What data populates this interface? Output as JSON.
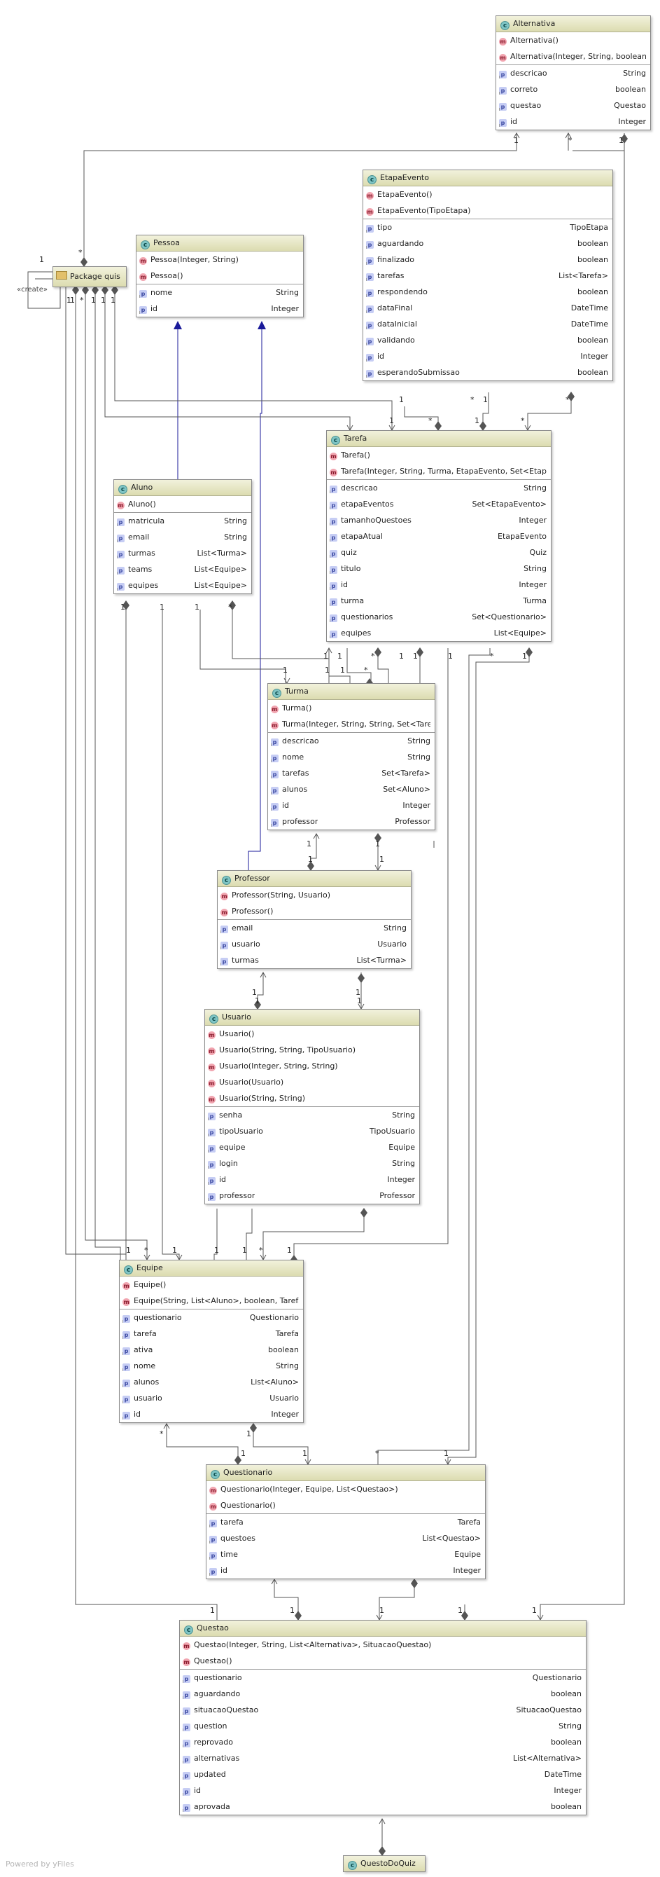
{
  "package_label": "Package quis",
  "create_label": "«create»",
  "watermark": "Powered by yFiles",
  "classes": {
    "alternativa": {
      "name": "Alternativa",
      "methods": [
        "Alternativa()",
        "Alternativa(Integer, String, boolean)"
      ],
      "fields": [
        [
          "descricao",
          "String"
        ],
        [
          "correto",
          "boolean"
        ],
        [
          "questao",
          "Questao"
        ],
        [
          "id",
          "Integer"
        ]
      ]
    },
    "etapaevento": {
      "name": "EtapaEvento",
      "methods": [
        "EtapaEvento()",
        "EtapaEvento(TipoEtapa)"
      ],
      "fields": [
        [
          "tipo",
          "TipoEtapa"
        ],
        [
          "aguardando",
          "boolean"
        ],
        [
          "finalizado",
          "boolean"
        ],
        [
          "tarefas",
          "List<Tarefa>"
        ],
        [
          "respondendo",
          "boolean"
        ],
        [
          "dataFinal",
          "DateTime"
        ],
        [
          "dataInicial",
          "DateTime"
        ],
        [
          "validando",
          "boolean"
        ],
        [
          "id",
          "Integer"
        ],
        [
          "esperandoSubmissao",
          "boolean"
        ]
      ]
    },
    "pessoa": {
      "name": "Pessoa",
      "methods": [
        "Pessoa(Integer, String)",
        "Pessoa()"
      ],
      "fields": [
        [
          "nome",
          "String"
        ],
        [
          "id",
          "Integer"
        ]
      ]
    },
    "tarefa": {
      "name": "Tarefa",
      "methods": [
        "Tarefa()",
        "Tarefa(Integer, String, Turma, EtapaEvento, Set<EtapaE"
      ],
      "fields": [
        [
          "descricao",
          "String"
        ],
        [
          "etapaEventos",
          "Set<EtapaEvento>"
        ],
        [
          "tamanhoQuestoes",
          "Integer"
        ],
        [
          "etapaAtual",
          "EtapaEvento"
        ],
        [
          "quiz",
          "Quiz"
        ],
        [
          "titulo",
          "String"
        ],
        [
          "id",
          "Integer"
        ],
        [
          "turma",
          "Turma"
        ],
        [
          "questionarios",
          "Set<Questionario>"
        ],
        [
          "equipes",
          "List<Equipe>"
        ]
      ]
    },
    "aluno": {
      "name": "Aluno",
      "methods": [
        "Aluno()"
      ],
      "fields": [
        [
          "matricula",
          "String"
        ],
        [
          "email",
          "String"
        ],
        [
          "turmas",
          "List<Turma>"
        ],
        [
          "teams",
          "List<Equipe>"
        ],
        [
          "equipes",
          "List<Equipe>"
        ]
      ]
    },
    "turma": {
      "name": "Turma",
      "methods": [
        "Turma()",
        "Turma(Integer, String, String, Set<Tarefa"
      ],
      "fields": [
        [
          "descricao",
          "String"
        ],
        [
          "nome",
          "String"
        ],
        [
          "tarefas",
          "Set<Tarefa>"
        ],
        [
          "alunos",
          "Set<Aluno>"
        ],
        [
          "id",
          "Integer"
        ],
        [
          "professor",
          "Professor"
        ]
      ]
    },
    "professor": {
      "name": "Professor",
      "methods": [
        "Professor(String, Usuario)",
        "Professor()"
      ],
      "fields": [
        [
          "email",
          "String"
        ],
        [
          "usuario",
          "Usuario"
        ],
        [
          "turmas",
          "List<Turma>"
        ]
      ]
    },
    "usuario": {
      "name": "Usuario",
      "methods": [
        "Usuario()",
        "Usuario(String, String, TipoUsuario)",
        "Usuario(Integer, String, String)",
        "Usuario(Usuario)",
        "Usuario(String, String)"
      ],
      "fields": [
        [
          "senha",
          "String"
        ],
        [
          "tipoUsuario",
          "TipoUsuario"
        ],
        [
          "equipe",
          "Equipe"
        ],
        [
          "login",
          "String"
        ],
        [
          "id",
          "Integer"
        ],
        [
          "professor",
          "Professor"
        ]
      ]
    },
    "equipe": {
      "name": "Equipe",
      "methods": [
        "Equipe()",
        "Equipe(String, List<Aluno>, boolean, Tarefa, U"
      ],
      "fields": [
        [
          "questionario",
          "Questionario"
        ],
        [
          "tarefa",
          "Tarefa"
        ],
        [
          "ativa",
          "boolean"
        ],
        [
          "nome",
          "String"
        ],
        [
          "alunos",
          "List<Aluno>"
        ],
        [
          "usuario",
          "Usuario"
        ],
        [
          "id",
          "Integer"
        ]
      ]
    },
    "questionario": {
      "name": "Questionario",
      "methods": [
        "Questionario(Integer, Equipe, List<Questao>)",
        "Questionario()"
      ],
      "fields": [
        [
          "tarefa",
          "Tarefa"
        ],
        [
          "questoes",
          "List<Questao>"
        ],
        [
          "time",
          "Equipe"
        ],
        [
          "id",
          "Integer"
        ]
      ]
    },
    "questao": {
      "name": "Questao",
      "methods": [
        "Questao(Integer, String, List<Alternativa>, SituacaoQuestao)",
        "Questao()"
      ],
      "fields": [
        [
          "questionario",
          "Questionario"
        ],
        [
          "aguardando",
          "boolean"
        ],
        [
          "situacaoQuestao",
          "SituacaoQuestao"
        ],
        [
          "question",
          "String"
        ],
        [
          "reprovado",
          "boolean"
        ],
        [
          "alternativas",
          "List<Alternativa>"
        ],
        [
          "updated",
          "DateTime"
        ],
        [
          "id",
          "Integer"
        ],
        [
          "aprovada",
          "boolean"
        ]
      ]
    },
    "questodoquiz": {
      "name": "QuestoDoQuiz"
    }
  },
  "multiplicities": [
    "1",
    "*",
    "1",
    "*",
    "1",
    "1",
    "1",
    "*",
    "1",
    "1",
    "1",
    "1",
    "*",
    "1",
    "*",
    "1",
    "*",
    "1",
    "*",
    "1",
    "1",
    "1",
    "*",
    "1",
    "1",
    "1",
    "*",
    "1",
    "1",
    "*",
    "1",
    "1",
    "1",
    "*",
    "1",
    "1",
    "1",
    "1",
    "1",
    "1",
    "1",
    "1",
    "1",
    "1",
    "*",
    "1",
    "1",
    "1",
    "*",
    "1",
    "*",
    "1",
    "1",
    "1",
    "*",
    "1",
    "1",
    "1",
    "1",
    "1",
    "1"
  ],
  "colors": {
    "inheritance": "#1a1a9a",
    "association": "#555555",
    "header": "#dcdcb0"
  }
}
